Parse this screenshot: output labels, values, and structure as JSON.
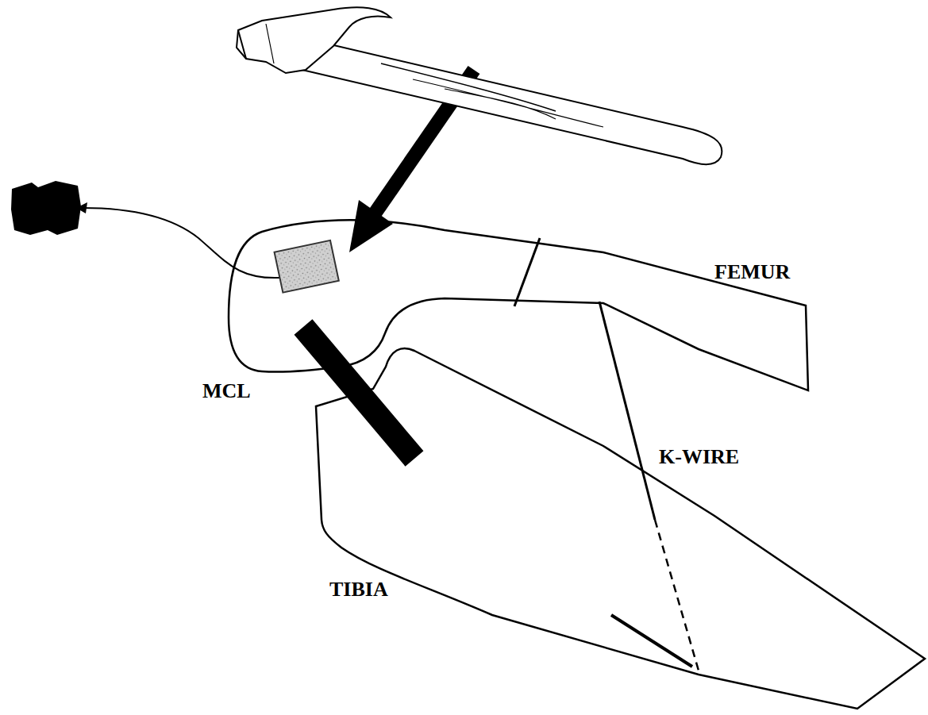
{
  "diagram": {
    "labels": [
      "FEMUR",
      "MCL",
      "K-WIRE",
      "TIBIA"
    ]
  }
}
